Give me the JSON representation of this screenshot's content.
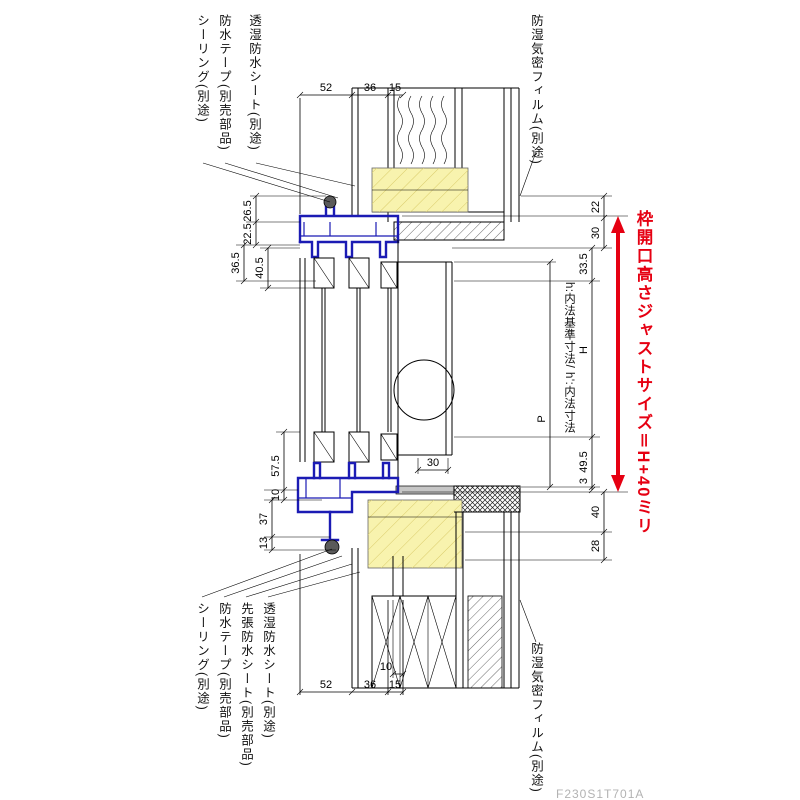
{
  "drawing": {
    "notes": {
      "top_left": [
        "シーリング(別途)",
        "防水テープ(別売部品)",
        "透湿防水シート(別途)"
      ],
      "top_right": "防湿気密フィルム(別途)",
      "bottom_left": [
        "シーリング(別途)",
        "防水テープ(別売部品)",
        "先張防水シート(別売部品)",
        "透湿防水シート(別途)"
      ],
      "bottom_right": "防湿気密フィルム(別途)",
      "red_note": "枠開口高さジャストサイズ＝H+40ミリ",
      "inner_dim_note": "h:内法基準寸法/ h':内法寸法",
      "part_code": "F230S1T701A"
    },
    "dims": {
      "top": [
        "52",
        "36",
        "15"
      ],
      "bottom": [
        "52",
        "36",
        "15"
      ],
      "left_top": [
        "26.5",
        "22.5",
        "36.5",
        "40.5"
      ],
      "left_bottom": [
        "57.5",
        "10",
        "37",
        "13"
      ],
      "right": [
        "22",
        "30",
        "33.5",
        "H",
        "P",
        "49.5",
        "3",
        "40",
        "28"
      ],
      "mid": [
        "30",
        "10"
      ]
    },
    "colors": {
      "frame": "#1b1bb4",
      "highlight": "#f8f3ae",
      "accent_red": "#e60012"
    }
  }
}
